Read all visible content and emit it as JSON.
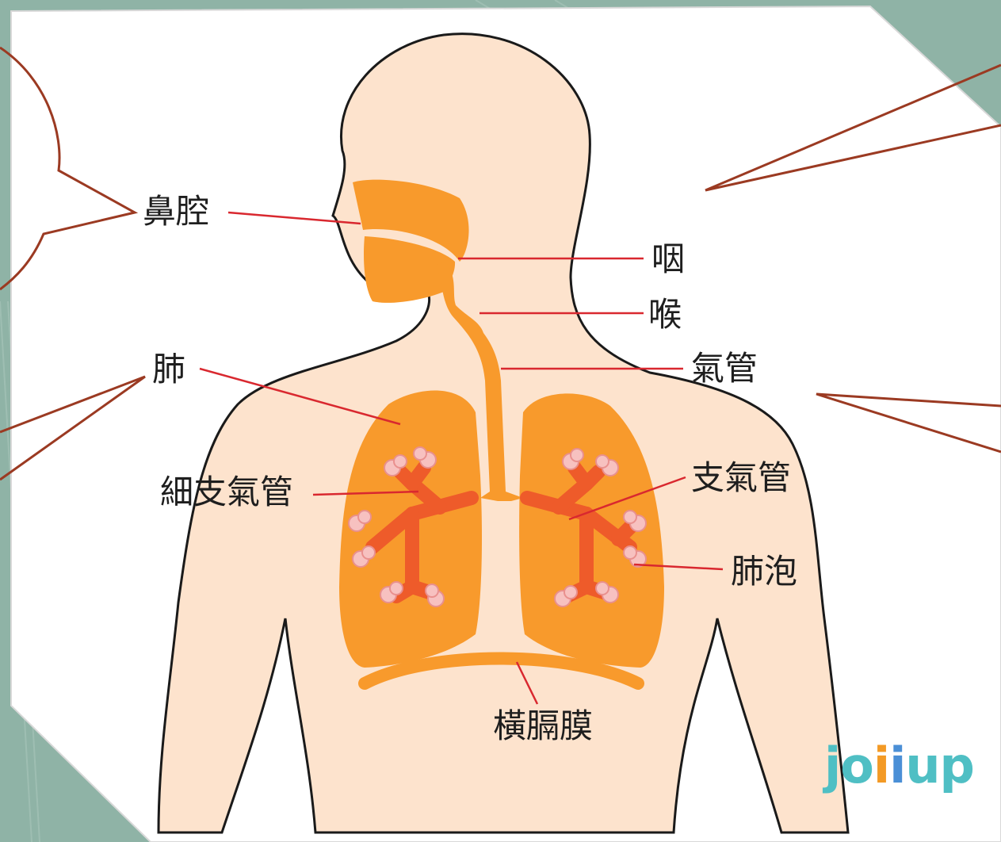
{
  "labels": {
    "nasal_cavity": "鼻腔",
    "pharynx": "咽",
    "larynx": "喉",
    "trachea": "氣管",
    "lung": "肺",
    "bronchiole": "細支氣管",
    "bronchus": "支氣管",
    "alveolus": "肺泡",
    "diaphragm": "橫膈膜"
  },
  "logo": {
    "part1": "jo",
    "part2": "i",
    "part3": "i",
    "part4": "up"
  },
  "colors": {
    "skin": "#fde3cd",
    "organ": "#f89a2c",
    "bronchi": "#ee5b2a",
    "alveoli": "#f7c1c0",
    "leader_line": "#d9282f",
    "callout_border": "#9b3a22",
    "logo_teal": "#4fbfc4",
    "logo_orange": "#f39a25",
    "logo_blue": "#4a8fd6"
  }
}
